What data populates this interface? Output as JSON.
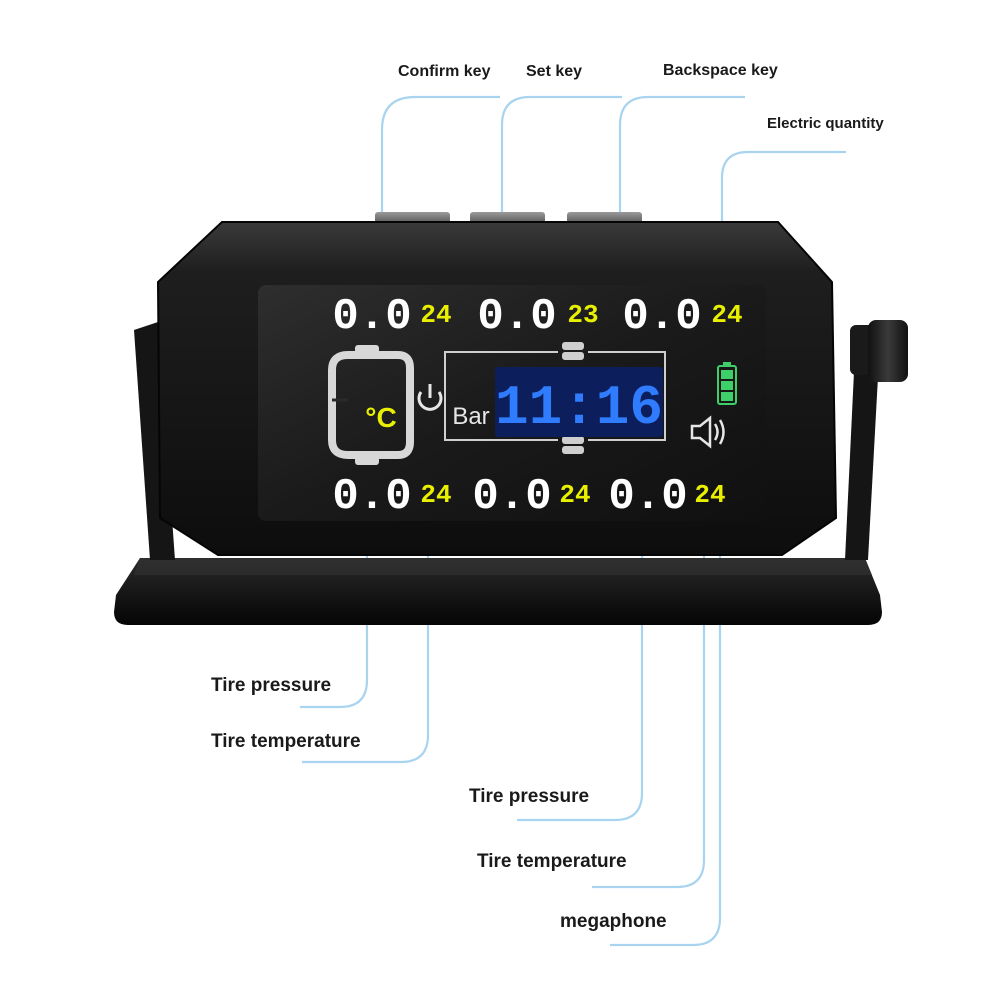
{
  "callouts": {
    "confirm_key": "Confirm key",
    "set_key": "Set key",
    "backspace_key": "Backspace key",
    "electric_quantity": "Electric quantity",
    "tire_pressure_left": "Tire pressure",
    "tire_temperature_left": "Tire temperature",
    "tire_pressure_right": "Tire pressure",
    "tire_temperature_right": "Tire temperature",
    "megaphone": "megaphone"
  },
  "display": {
    "top_left_pressure": "0.0",
    "top_left_temp": "24",
    "top_mid_pressure": "0.0",
    "top_mid_temp": "23",
    "top_right_pressure": "0.0",
    "top_right_temp": "24",
    "bottom_left_pressure": "0.0",
    "bottom_left_temp": "24",
    "bottom_mid_pressure": "0.0",
    "bottom_mid_temp": "24",
    "bottom_right_pressure": "0.0",
    "bottom_right_temp": "24",
    "clock": "11:16",
    "unit": "Bar",
    "temp_unit": "°C"
  },
  "colors": {
    "callout_line": "#a9d4ef",
    "temp_yellow": "#e8f000",
    "clock_blue": "#2f7cff",
    "battery_green": "#3ecf6a"
  },
  "icons": {
    "power": "power-icon",
    "speaker": "speaker-icon",
    "battery": "battery-icon",
    "tire": "tire-icon"
  }
}
